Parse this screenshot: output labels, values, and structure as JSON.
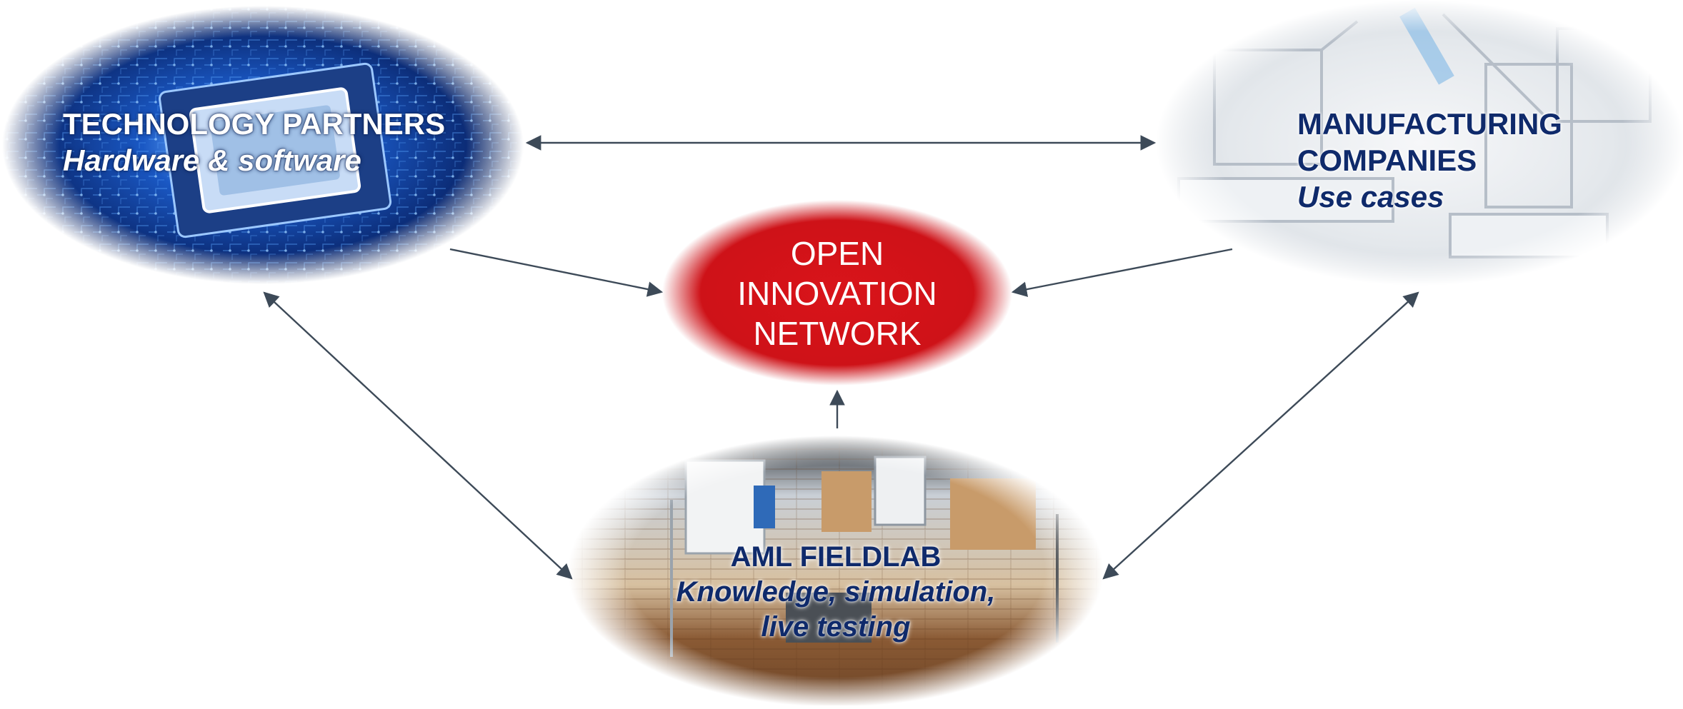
{
  "colors": {
    "center_fill": "#d01217",
    "arrow": "#3d4a58",
    "tech_text": "#ffffff",
    "dark_text": "#0f2a6b"
  },
  "center": {
    "lines": [
      "OPEN",
      "INNOVATION",
      "NETWORK"
    ]
  },
  "nodes": {
    "technology_partners": {
      "title": "TECHNOLOGY PARTNERS",
      "subtitle": "Hardware & software"
    },
    "manufacturing_companies": {
      "title_line1": "MANUFACTURING",
      "title_line2": "COMPANIES",
      "subtitle": "Use cases"
    },
    "aml_fieldlab": {
      "title": "AML FIELDLAB",
      "subtitle_line1": "Knowledge, simulation,",
      "subtitle_line2": "live testing"
    }
  }
}
